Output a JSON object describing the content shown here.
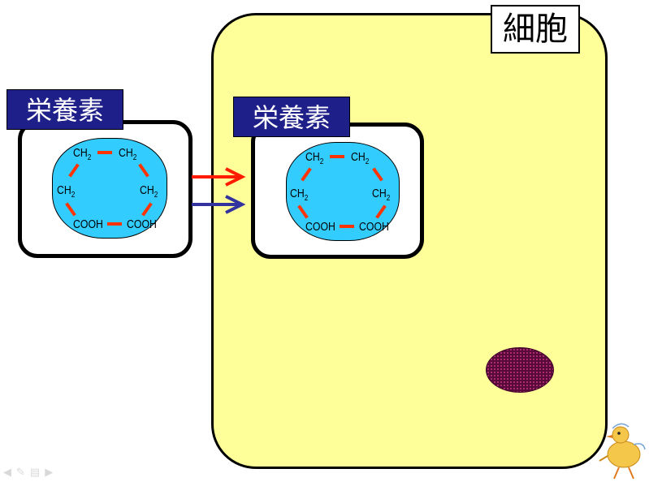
{
  "cell": {
    "label": "細胞"
  },
  "outside": {
    "label": "栄養素",
    "molecule": {
      "atoms": [
        "CH",
        "CH",
        "CH",
        "CH",
        "COOH",
        "COOH"
      ],
      "subscript": "2"
    }
  },
  "inside": {
    "label": "栄養素",
    "molecule": {
      "atoms": [
        "CH",
        "CH",
        "CH",
        "CH",
        "COOH",
        "COOH"
      ],
      "subscript": "2"
    }
  },
  "arrows": [
    {
      "color": "#ff1a00"
    },
    {
      "color": "#3333a0"
    }
  ],
  "nav": {
    "icons": [
      "prev-icon",
      "pen-icon",
      "menu-icon",
      "next-icon"
    ]
  }
}
